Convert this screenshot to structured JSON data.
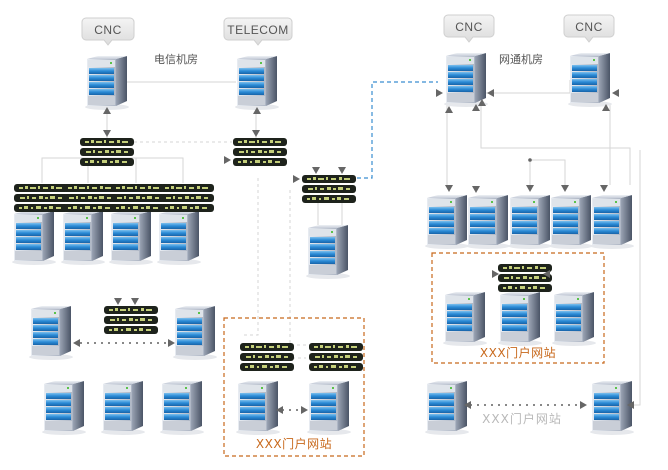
{
  "diagram": {
    "title": "Network topology: data centers",
    "rooms": [
      {
        "id": "telecom-room",
        "label": "电信机房"
      },
      {
        "id": "cnc-room",
        "label": "网通机房"
      }
    ],
    "bubbles": [
      {
        "id": "bubble-cnc-1",
        "text": "CNC"
      },
      {
        "id": "bubble-telecom",
        "text": "TELECOM"
      },
      {
        "id": "bubble-cnc-2",
        "text": "CNC"
      },
      {
        "id": "bubble-cnc-3",
        "text": "CNC"
      }
    ],
    "site_groups": [
      {
        "id": "portal-left",
        "label": "XXX门户网站",
        "style": "dashed-orange"
      },
      {
        "id": "portal-right-top",
        "label": "XXX门户网站",
        "style": "dashed-orange"
      },
      {
        "id": "portal-right-bottom",
        "label": "XXX门户网站",
        "style": "plain-gray"
      }
    ],
    "nodes": {
      "servers": [
        "telecom-cnc-server",
        "telecom-telecom-server",
        "cnc-server-1",
        "cnc-server-2",
        "left-row-server-1",
        "left-row-server-2",
        "left-row-server-3",
        "left-row-server-4",
        "mid-server",
        "left-pair-server-1",
        "left-pair-server-2",
        "left-bottom-server-1",
        "left-bottom-server-2",
        "left-bottom-server-3",
        "portal-left-server-1",
        "portal-left-server-2",
        "right-row-server-1",
        "right-row-server-2",
        "right-row-server-3",
        "right-row-server-4",
        "right-row-server-5",
        "portal-right-server-1",
        "portal-right-server-2",
        "portal-right-server-3",
        "right-bottom-server-1",
        "right-bottom-server-2"
      ],
      "switches": [
        "core-switch-left",
        "core-switch-mid",
        "agg-switch-mid",
        "left-row-switch-1",
        "left-row-switch-2",
        "left-row-switch-3",
        "left-row-switch-4",
        "left-pair-switch",
        "portal-left-switch-1",
        "portal-left-switch-2",
        "portal-right-switch"
      ]
    },
    "colors": {
      "orange_dash": "#c8691c",
      "blue_dash": "#3a8ed0",
      "line_gray": "#d8d8d8",
      "arrow_gray": "#666666"
    }
  }
}
